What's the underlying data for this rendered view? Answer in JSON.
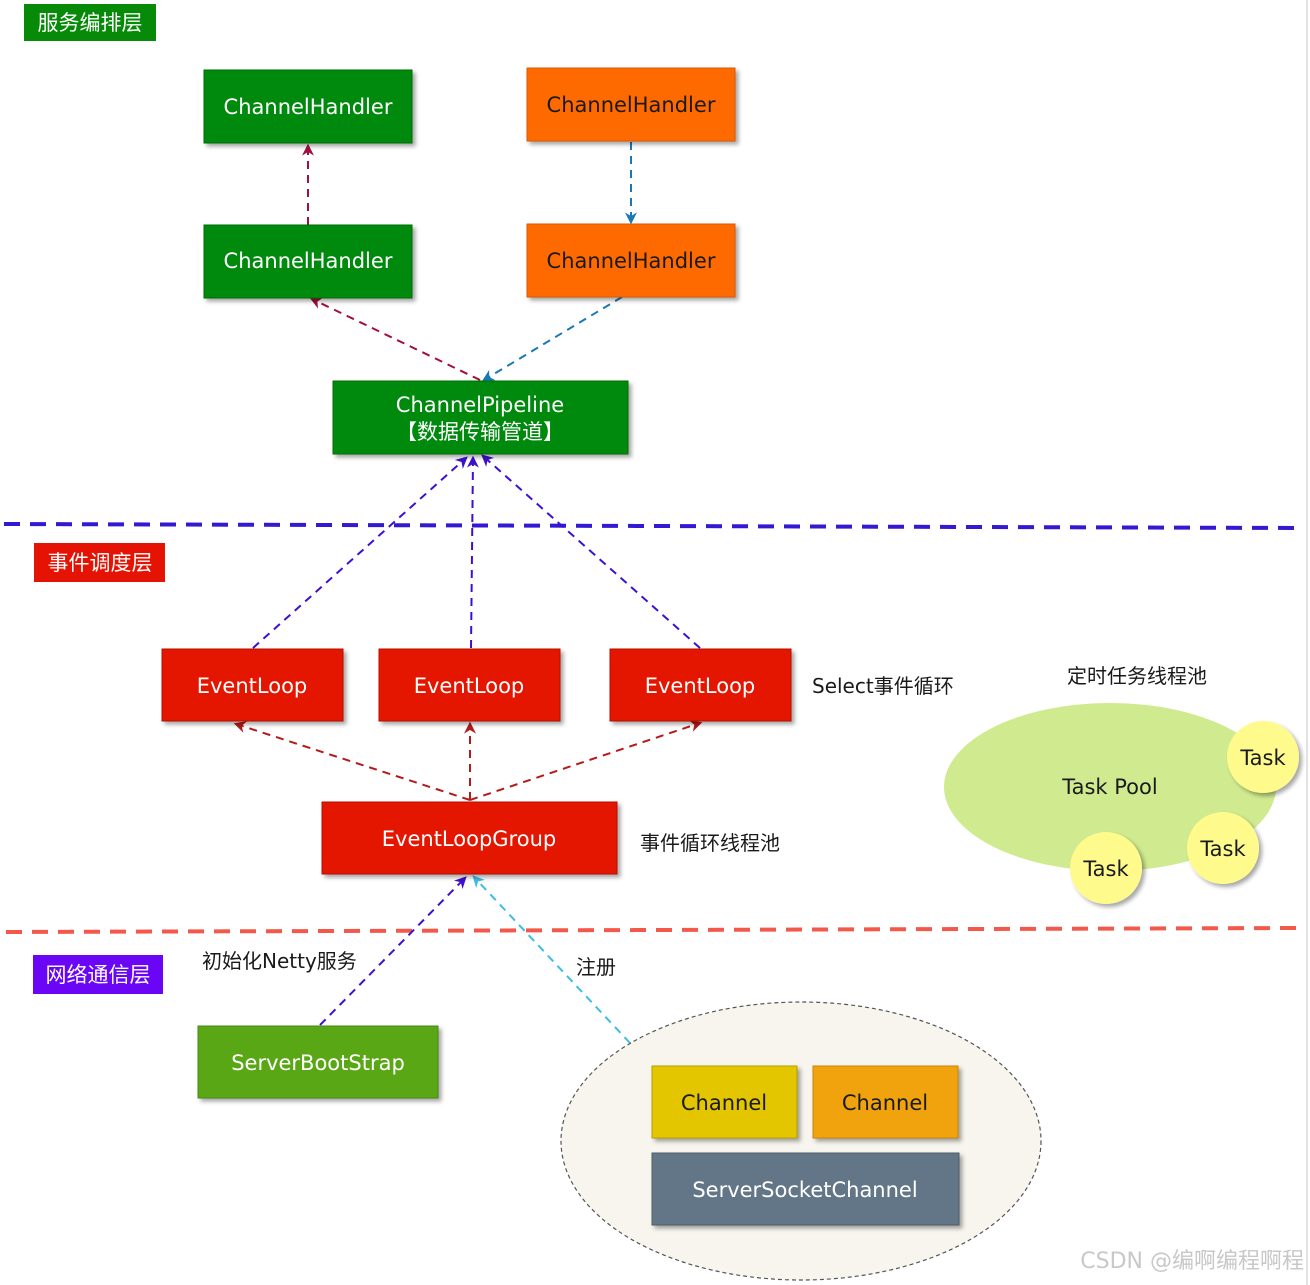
{
  "layers": {
    "service": "服务编排层",
    "event": "事件调度层",
    "network": "网络通信层"
  },
  "handlers": {
    "green_top": "ChannelHandler",
    "green_bottom": "ChannelHandler",
    "orange_top": "ChannelHandler",
    "orange_bottom": "ChannelHandler"
  },
  "pipeline": {
    "line1": "ChannelPipeline",
    "line2": "【数据传输管道】"
  },
  "event_loops": [
    "EventLoop",
    "EventLoop",
    "EventLoop"
  ],
  "select_note": "Select事件循环",
  "event_loop_group": "EventLoopGroup",
  "group_note": "事件循环线程池",
  "task_pool": {
    "title": "定时任务线程池",
    "label": "Task Pool",
    "tasks": [
      "Task",
      "Task",
      "Task"
    ]
  },
  "network": {
    "init_note": "初始化Netty服务",
    "register_note": "注册",
    "bootstrap": "ServerBootStrap",
    "channel_1": "Channel",
    "channel_2": "Channel",
    "server_socket_channel": "ServerSocketChannel"
  },
  "watermark": "CSDN @编啊编程啊程",
  "colors": {
    "green": "#068A07",
    "orange": "#FF6A00",
    "red": "#E41304",
    "purple": "#6A05F5",
    "bootstrap_green": "#5AA718",
    "channel_yellow": "#E3C500",
    "channel_orange": "#F0A30B",
    "slate": "#647687",
    "divider_blue": "#3319D2",
    "divider_orange": "#F2594B",
    "arrow_purple": "#3E0FD0",
    "arrow_maroon": "#A00F3D",
    "arrow_blue": "#1B78B8",
    "arrow_red": "#B41A1A",
    "arrow_cyan": "#3EBCE6",
    "pool_green": "#D0EB8F",
    "task_yellow": "#FFFA8C",
    "oval_bg": "#F7F5EE"
  }
}
